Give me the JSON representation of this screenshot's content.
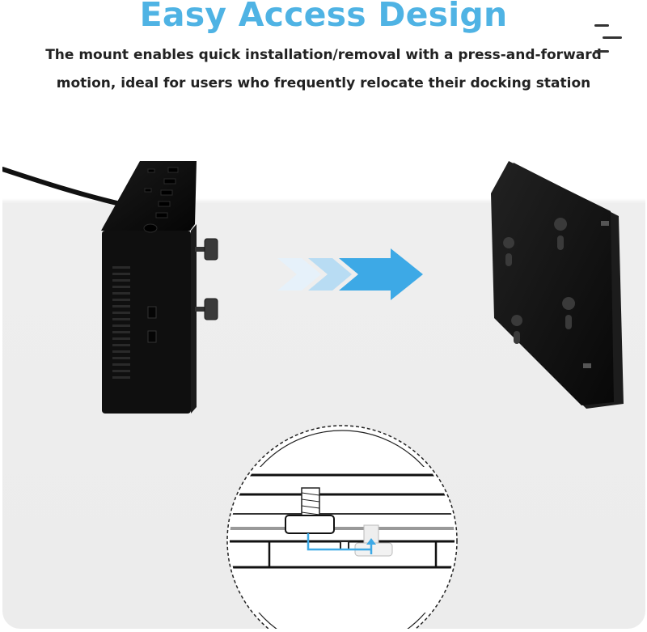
{
  "header": {
    "title": "Easy Access Design",
    "subtitle_line1": "The mount enables quick installation/removal with a press-and-forward",
    "subtitle_line2": "motion, ideal for users who frequently relocate their docking station"
  },
  "icons": {
    "menu": "menu-lines-icon",
    "arrow": "chevron-arrow-icon"
  },
  "colors": {
    "title": "#4fb3e4",
    "arrow": "#3da9e6",
    "device": "#111111"
  }
}
